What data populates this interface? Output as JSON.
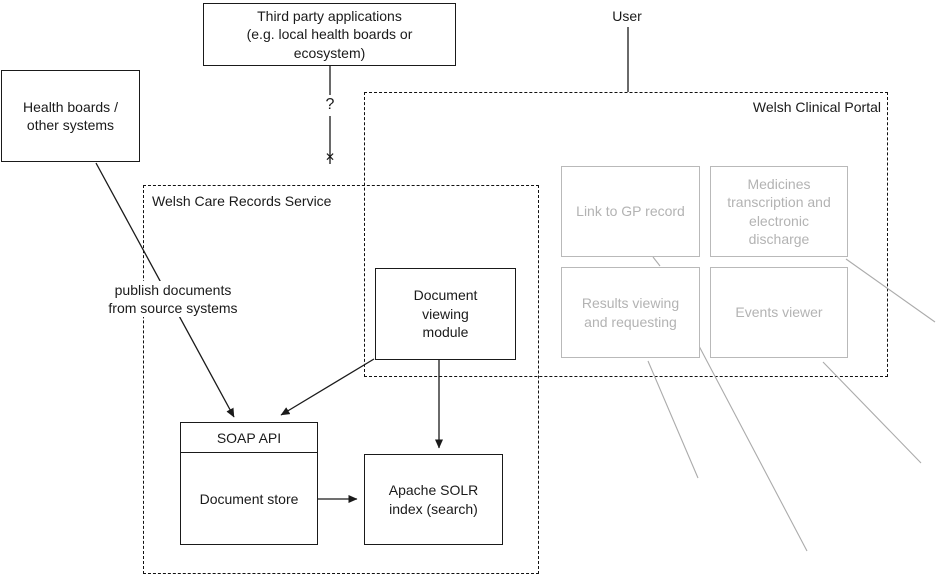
{
  "diagram": {
    "title_context": "Welsh clinical systems architecture diagram",
    "nodes": {
      "third_party": {
        "label": "Third party applications\n(e.g. local health boards or\necosystem)"
      },
      "health_boards": {
        "label": "Health boards /\nother systems"
      },
      "document_viewing": {
        "label": "Document\nviewing\nmodule"
      },
      "soap_api": {
        "label": "SOAP API"
      },
      "document_store": {
        "label": "Document store"
      },
      "solr": {
        "label": "Apache SOLR\nindex (search)"
      },
      "link_gp": {
        "label": "Link to GP record"
      },
      "medicines": {
        "label": "Medicines\ntranscription and\nelectronic\ndischarge"
      },
      "results": {
        "label": "Results viewing\nand requesting"
      },
      "events": {
        "label": "Events viewer"
      }
    },
    "groups": {
      "welsh_clinical_portal": {
        "label": "Welsh Clinical Portal"
      },
      "welsh_care_records": {
        "label": "Welsh Care Records Service"
      }
    },
    "annotations": {
      "user": "User",
      "publish": "publish documents\nfrom source systems",
      "question_mark": "?",
      "blocked_mark": "✕"
    },
    "colors": {
      "ink": "#1a1a1a",
      "muted_text": "#b3b3b3",
      "muted_border": "#b9b9b9",
      "muted_line": "#ababab",
      "bg": "#ffffff"
    }
  }
}
